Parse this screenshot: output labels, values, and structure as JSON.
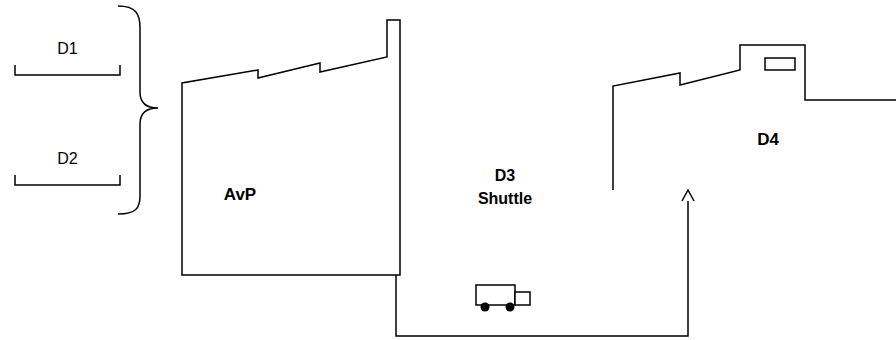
{
  "diagram": {
    "nodes": [
      {
        "text": [
          "D1"
        ]
      },
      {
        "text": [
          "D2"
        ]
      },
      {
        "text": [
          "AvP"
        ]
      },
      {
        "text": [
          "D4"
        ]
      }
    ],
    "edges": [
      {
        "from": 2,
        "to": 3,
        "arrow": "to",
        "label": "D3 Shuttle"
      }
    ]
  }
}
